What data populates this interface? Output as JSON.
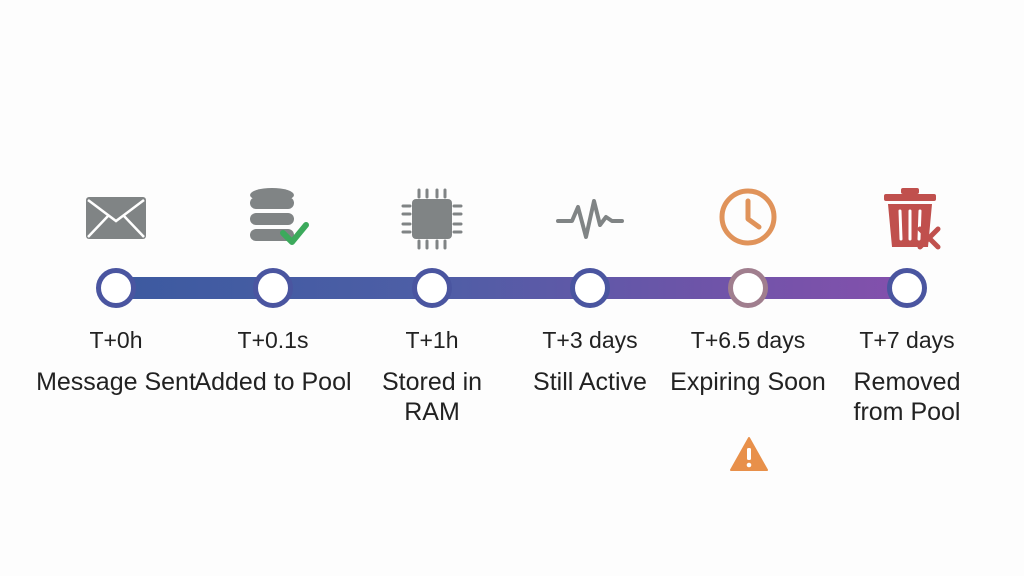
{
  "stages": [
    {
      "time": "T+0h",
      "label": "Message Sent",
      "icon": "envelope-icon"
    },
    {
      "time": "T+0.1s",
      "label": "Added to Pool",
      "icon": "database-check-icon"
    },
    {
      "time": "T+1h",
      "label": "Stored in RAM",
      "icon": "cpu-chip-icon"
    },
    {
      "time": "T+3 days",
      "label": "Still Active",
      "icon": "activity-pulse-icon"
    },
    {
      "time": "T+6.5 days",
      "label": "Expiring Soon",
      "icon": "clock-icon",
      "status": "warning"
    },
    {
      "time": "T+7 days",
      "label": "Removed from Pool",
      "icon": "trash-remove-icon"
    }
  ],
  "colors": {
    "track_start": "#3c5aa0",
    "track_end": "#8450ac",
    "icon_gray": "#808485",
    "clock_orange": "#e0935a",
    "warning_orange": "#e8904a",
    "trash_red": "#c0504d",
    "check_green": "#3caa5c",
    "expiring_ring": "#a07e8e"
  }
}
